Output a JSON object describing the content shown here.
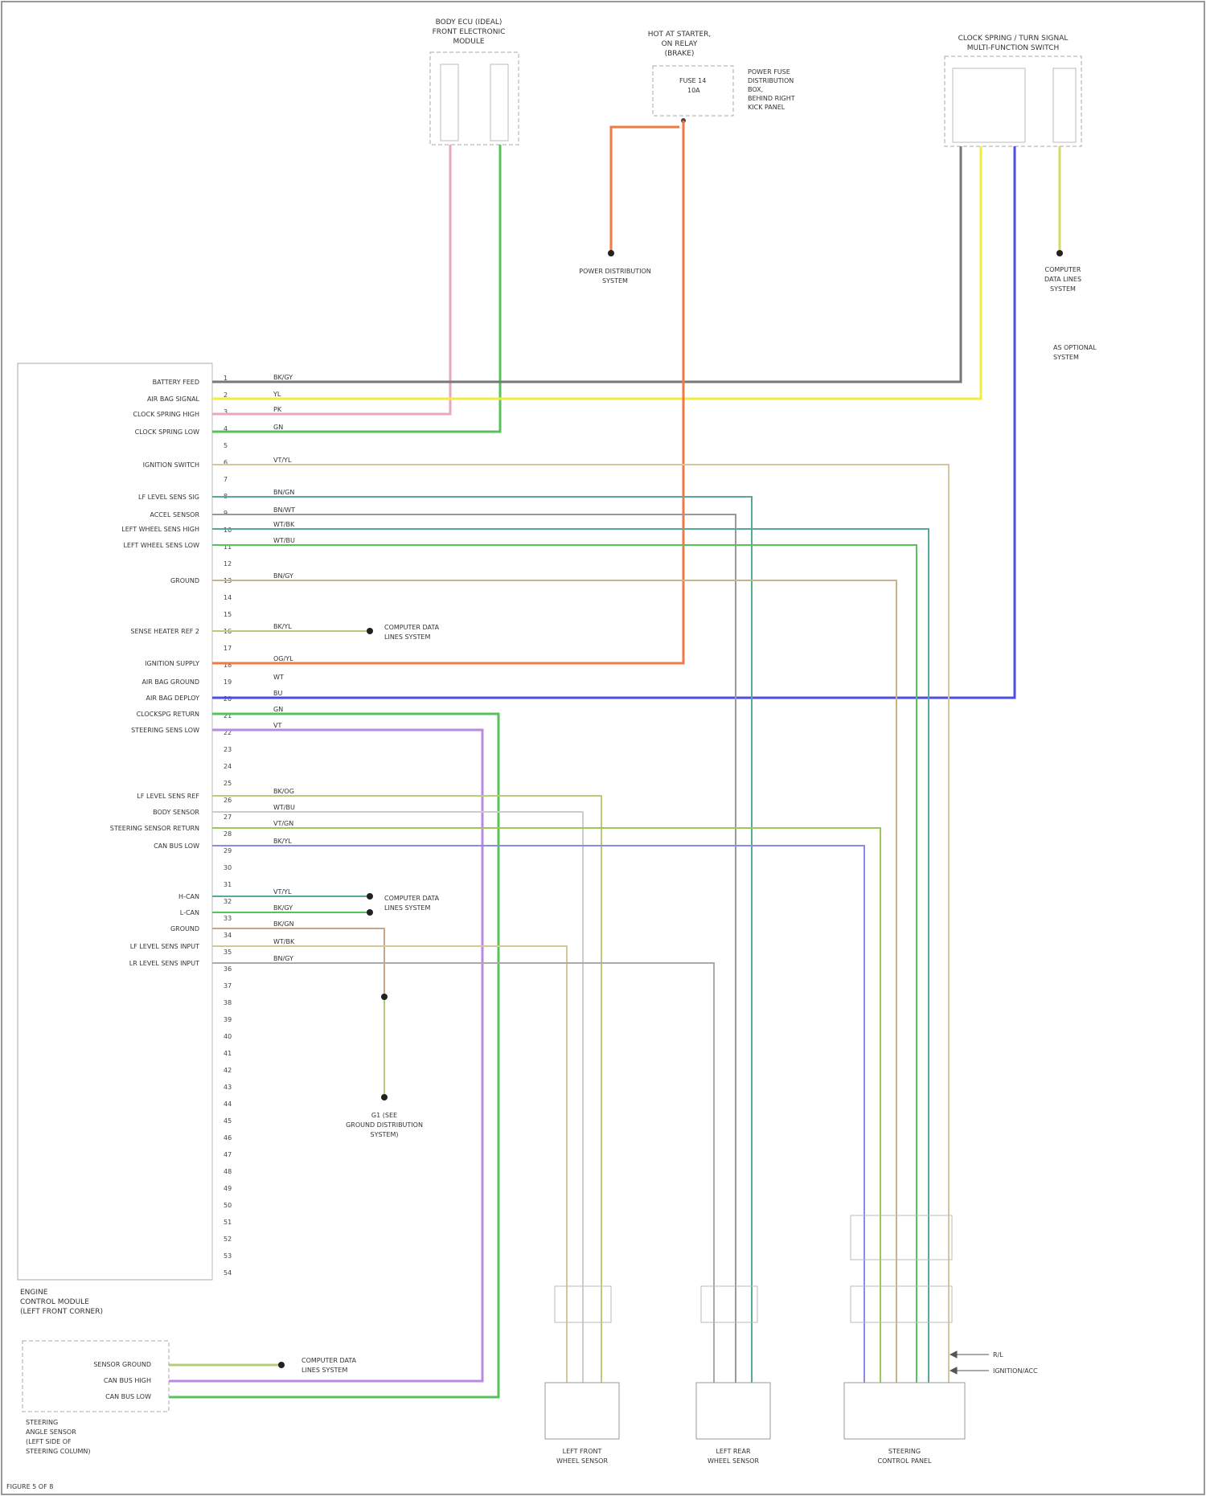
{
  "modules": {
    "top_left": [
      "BODY ECU (IDEAL)",
      "FRONT ELECTRONIC",
      "MODULE"
    ],
    "top_center": [
      "HOT AT STARTER,",
      "ON RELAY",
      "(BRAKE)"
    ],
    "top_center_note": [
      "POWER FUSE",
      "DISTRIBUTION",
      "BOX,",
      "BEHIND RIGHT",
      "KICK PANEL"
    ],
    "top_center_fuse": [
      "FUSE 14",
      "10A"
    ],
    "top_right": [
      "CLOCK SPRING / TURN SIGNAL",
      "MULTI-FUNCTION SWITCH"
    ],
    "main_module": [
      "ENGINE",
      "CONTROL MODULE",
      "(LEFT FRONT CORNER)"
    ],
    "bottom_left": [
      "STEERING",
      "ANGLE SENSOR",
      "(LEFT SIDE OF",
      "STEERING COLUMN)"
    ],
    "bottom_left_labels": [
      "SENSOR GROUND",
      "CAN BUS HIGH",
      "CAN BUS LOW"
    ],
    "sensor_1": [
      "LEFT FRONT",
      "WHEEL SENSOR"
    ],
    "sensor_2": [
      "LEFT REAR",
      "WHEEL SENSOR"
    ],
    "sensor_3": [
      "STEERING",
      "CONTROL PANEL"
    ]
  },
  "refs": {
    "power_dist": [
      "POWER DISTRIBUTION",
      "SYSTEM"
    ],
    "computer_data": [
      "COMPUTER",
      "DATA LINES",
      "SYSTEM"
    ],
    "as_optional": [
      "AS OPTIONAL",
      "SYSTEM"
    ],
    "comm_data_1": [
      "COMPUTER DATA",
      "LINES SYSTEM"
    ],
    "comm_data_2": [
      "COMPUTER DATA",
      "LINES SYSTEM"
    ],
    "comm_data_3": [
      "COMPUTER DATA",
      "LINES SYSTEM"
    ],
    "ground": [
      "G1 (SEE",
      "GROUND DISTRIBUTION",
      "SYSTEM)"
    ],
    "arrows": [
      "R/L",
      "IGNITION/ACC"
    ]
  },
  "ecm_pins": [
    "BATTERY FEED",
    "AIR BAG SIGNAL",
    "CLOCK SPRING HIGH",
    "CLOCK SPRING LOW",
    "IGNITION SWITCH",
    "LF LEVEL SENS SIG",
    "ACCEL SENSOR",
    "LEFT WHEEL SENS HIGH",
    "LEFT WHEEL SENS LOW",
    "GROUND",
    "SENSE HEATER REF 2",
    "IGNITION SUPPLY",
    "AIR BAG GROUND",
    "AIR BAG DEPLOY",
    "CLOCKSPG RETURN",
    "STEERING SENS LOW",
    "LF LEVEL SENS REF",
    "BODY SENSOR",
    "STEERING SENSOR RETURN",
    "CAN BUS LOW",
    "H-CAN",
    "L-CAN",
    "GROUND",
    "LF LEVEL SENS INPUT",
    "LR LEVEL SENS INPUT"
  ],
  "wire_codes": [
    "BK/GY",
    "YL",
    "PK",
    "GN",
    "VT/YL",
    "BN/GN",
    "BN/WT",
    "WT/BK",
    "WT/BU",
    "BN/GY",
    "BK/YL",
    "OG/YL",
    "WT",
    "BU",
    "GN",
    "VT",
    "BK/OG",
    "WT/BU",
    "VT/GN",
    "BK/YL",
    "VT/YL",
    "BK/GY",
    "BK/GN",
    "WT/BK",
    "BN/GY"
  ],
  "footer": "FIGURE 5 OF 8",
  "colors": {
    "gray": "#777777",
    "yellow": "#f2ec42",
    "pink": "#e8a9b9",
    "green": "#58c25a",
    "orange": "#f07a45",
    "blue": "#4d4de6",
    "purple": "#b98be0",
    "teal": "#5aa79a",
    "tan": "#d6c79a",
    "olive": "#b6cc7a",
    "dkgreen": "#4f9e6a"
  }
}
